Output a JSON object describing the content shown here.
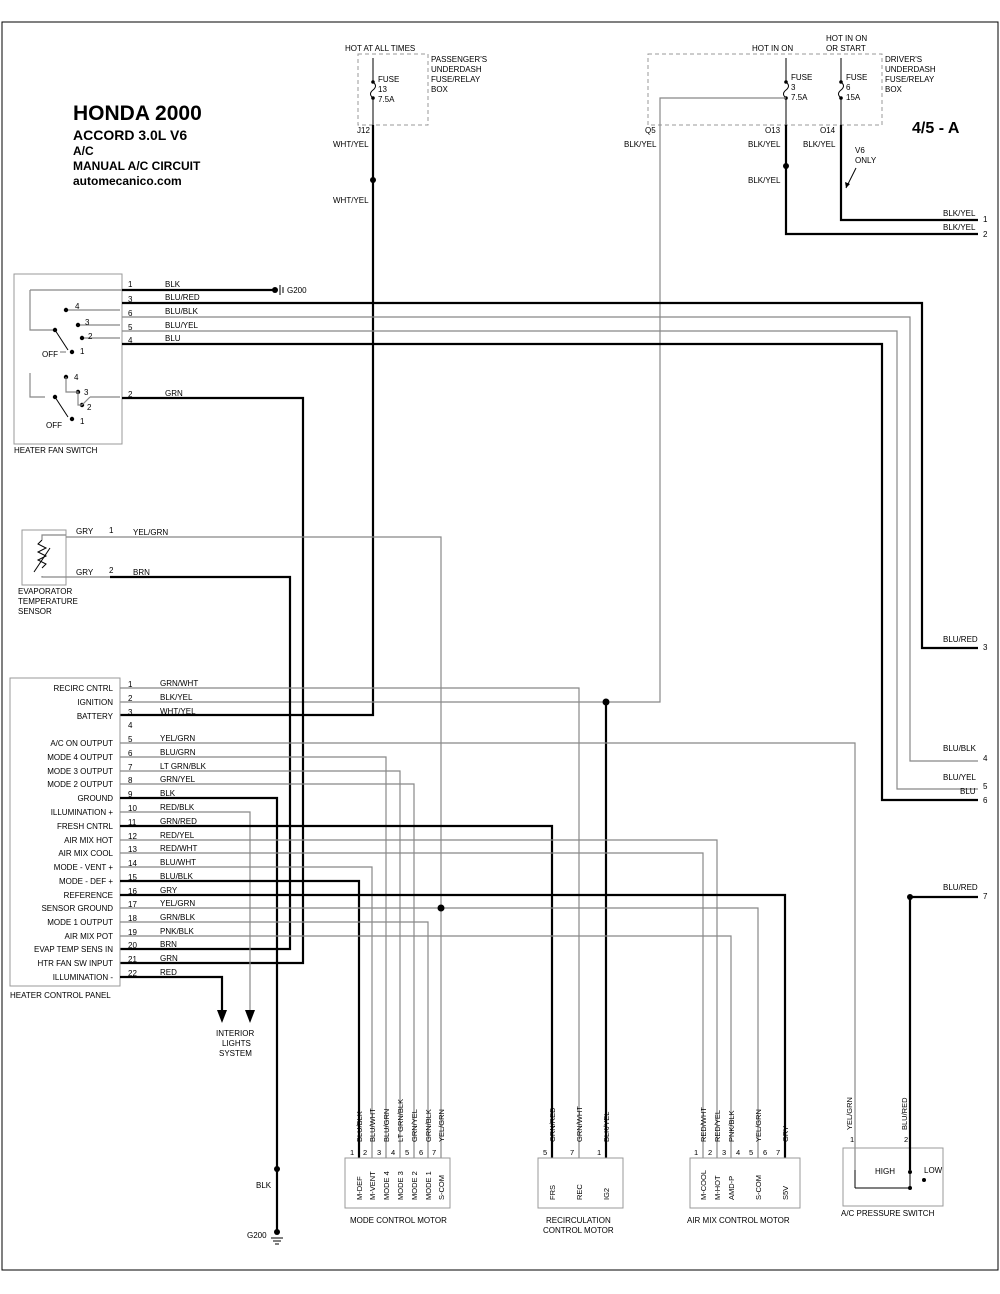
{
  "header": {
    "title": "HONDA 2000",
    "model": "ACCORD  3.0L  V6",
    "system": "A/C",
    "circuit": "MANUAL A/C CIRCUIT",
    "site": "automecanico.com",
    "page_id": "4/5 - A"
  },
  "passenger_box": {
    "supply": "HOT AT ALL TIMES",
    "name": [
      "PASSENGER'S",
      "UNDERDASH",
      "FUSE/RELAY",
      "BOX"
    ],
    "fuse": [
      "FUSE",
      "13",
      "7.5A"
    ],
    "terminal": "J12",
    "wire1": "WHT/YEL",
    "wire2": "WHT/YEL"
  },
  "driver_box": {
    "supply_a": "HOT IN ON",
    "supply_b": [
      "HOT IN ON",
      "OR START"
    ],
    "name": [
      "DRIVER'S",
      "UNDERDASH",
      "FUSE/RELAY",
      "BOX"
    ],
    "fuse_a": [
      "FUSE",
      "3",
      "7.5A"
    ],
    "fuse_b": [
      "FUSE",
      "6",
      "15A"
    ],
    "terminals": [
      "Q5",
      "O13",
      "O14"
    ],
    "wires": [
      "BLK/YEL",
      "BLK/YEL",
      "BLK/YEL",
      "BLK/YEL"
    ],
    "note": [
      "V6",
      "ONLY"
    ]
  },
  "offpage": [
    {
      "wire": "BLK/YEL",
      "num": "1"
    },
    {
      "wire": "BLK/YEL",
      "num": "2"
    },
    {
      "wire": "BLU/RED",
      "num": "3"
    },
    {
      "wire": "BLU/BLK",
      "num": "4"
    },
    {
      "wire": "BLU/YEL",
      "num": "5"
    },
    {
      "wire": "BLU",
      "num": "6"
    },
    {
      "wire": "BLU/RED",
      "num": "7"
    }
  ],
  "fan_switch": {
    "label": "HEATER FAN SWITCH",
    "off": "OFF",
    "positions": [
      "4",
      "3",
      "2",
      "1"
    ],
    "pins": [
      {
        "pin": "1",
        "wire": "BLK"
      },
      {
        "pin": "3",
        "wire": "BLU/RED"
      },
      {
        "pin": "6",
        "wire": "BLU/BLK"
      },
      {
        "pin": "5",
        "wire": "BLU/YEL"
      },
      {
        "pin": "4",
        "wire": "BLU"
      },
      {
        "pin": "2",
        "wire": "GRN"
      }
    ],
    "ground": "G200"
  },
  "evap_sensor": {
    "label": [
      "EVAPORATOR",
      "TEMPERATURE",
      "SENSOR"
    ],
    "pins": [
      {
        "side": "GRY",
        "pin": "1",
        "wire": "YEL/GRN"
      },
      {
        "side": "GRY",
        "pin": "2",
        "wire": "BRN"
      }
    ]
  },
  "control_panel": {
    "label": "HEATER CONTROL PANEL",
    "pins": [
      {
        "name": "RECIRC CNTRL",
        "pin": "1",
        "wire": "GRN/WHT"
      },
      {
        "name": "IGNITION",
        "pin": "2",
        "wire": "BLK/YEL"
      },
      {
        "name": "BATTERY",
        "pin": "3",
        "wire": "WHT/YEL"
      },
      {
        "name": "",
        "pin": "4",
        "wire": ""
      },
      {
        "name": "A/C ON OUTPUT",
        "pin": "5",
        "wire": "YEL/GRN"
      },
      {
        "name": "MODE 4 OUTPUT",
        "pin": "6",
        "wire": "BLU/GRN"
      },
      {
        "name": "MODE 3 OUTPUT",
        "pin": "7",
        "wire": "LT GRN/BLK"
      },
      {
        "name": "MODE 2 OUTPUT",
        "pin": "8",
        "wire": "GRN/YEL"
      },
      {
        "name": "GROUND",
        "pin": "9",
        "wire": "BLK"
      },
      {
        "name": "ILLUMINATION +",
        "pin": "10",
        "wire": "RED/BLK"
      },
      {
        "name": "FRESH CNTRL",
        "pin": "11",
        "wire": "GRN/RED"
      },
      {
        "name": "AIR MIX HOT",
        "pin": "12",
        "wire": "RED/YEL"
      },
      {
        "name": "AIR MIX COOL",
        "pin": "13",
        "wire": "RED/WHT"
      },
      {
        "name": "MODE - VENT +",
        "pin": "14",
        "wire": "BLU/WHT"
      },
      {
        "name": "MODE - DEF +",
        "pin": "15",
        "wire": "BLU/BLK"
      },
      {
        "name": "REFERENCE",
        "pin": "16",
        "wire": "GRY"
      },
      {
        "name": "SENSOR GROUND",
        "pin": "17",
        "wire": "YEL/GRN"
      },
      {
        "name": "MODE 1 OUTPUT",
        "pin": "18",
        "wire": "GRN/BLK"
      },
      {
        "name": "AIR MIX POT",
        "pin": "19",
        "wire": "PNK/BLK"
      },
      {
        "name": "EVAP TEMP SENS IN",
        "pin": "20",
        "wire": "BRN"
      },
      {
        "name": "HTR FAN SW INPUT",
        "pin": "21",
        "wire": "GRN"
      },
      {
        "name": "ILLUMINATION -",
        "pin": "22",
        "wire": "RED"
      }
    ]
  },
  "interior_lights": [
    "INTERIOR",
    "LIGHTS",
    "SYSTEM"
  ],
  "ground_bottom": {
    "wire": "BLK",
    "name": "G200"
  },
  "mode_motor": {
    "label": "MODE CONTROL MOTOR",
    "pins": [
      {
        "wire": "BLU/BLK",
        "pin": "1",
        "name": "M-DEF"
      },
      {
        "wire": "BLU/WHT",
        "pin": "2",
        "name": "M-VENT"
      },
      {
        "wire": "BLU/GRN",
        "pin": "3",
        "name": "MODE 4"
      },
      {
        "wire": "LT GRN/BLK",
        "pin": "4",
        "name": "MODE 3"
      },
      {
        "wire": "GRN/YEL",
        "pin": "5",
        "name": "MODE 2"
      },
      {
        "wire": "GRN/BLK",
        "pin": "6",
        "name": "MODE 1"
      },
      {
        "wire": "YEL/GRN",
        "pin": "7",
        "name": "S-COM"
      }
    ]
  },
  "recirc_motor": {
    "label": [
      "RECIRCULATION",
      "CONTROL MOTOR"
    ],
    "pins": [
      {
        "wire": "GRN/RED",
        "pin": "5",
        "name": "FRS"
      },
      {
        "wire": "GRN/WHT",
        "pin": "7",
        "name": "REC"
      },
      {
        "wire": "BLK/YEL",
        "pin": "1",
        "name": "IG2"
      }
    ]
  },
  "airmix_motor": {
    "label": "AIR MIX CONTROL MOTOR",
    "pins": [
      {
        "wire": "RED/WHT",
        "pin": "1",
        "name": "M-COOL"
      },
      {
        "wire": "RED/YEL",
        "pin": "2",
        "name": "M-HOT"
      },
      {
        "wire": "PNK/BLK",
        "pin": "3",
        "name": "AMD-P"
      },
      {
        "wire": "",
        "pin": "4",
        "name": ""
      },
      {
        "wire": "YEL/GRN",
        "pin": "5",
        "name": "S-COM"
      },
      {
        "wire": "",
        "pin": "6",
        "name": ""
      },
      {
        "wire": "GRY",
        "pin": "7",
        "name": "S5V"
      }
    ]
  },
  "pressure_switch": {
    "label": "A/C PRESSURE SWITCH",
    "high": "HIGH",
    "low": "LOW",
    "pins": [
      {
        "wire": "YEL/GRN",
        "pin": "1"
      },
      {
        "wire": "BLU/RED",
        "pin": "2"
      }
    ]
  }
}
